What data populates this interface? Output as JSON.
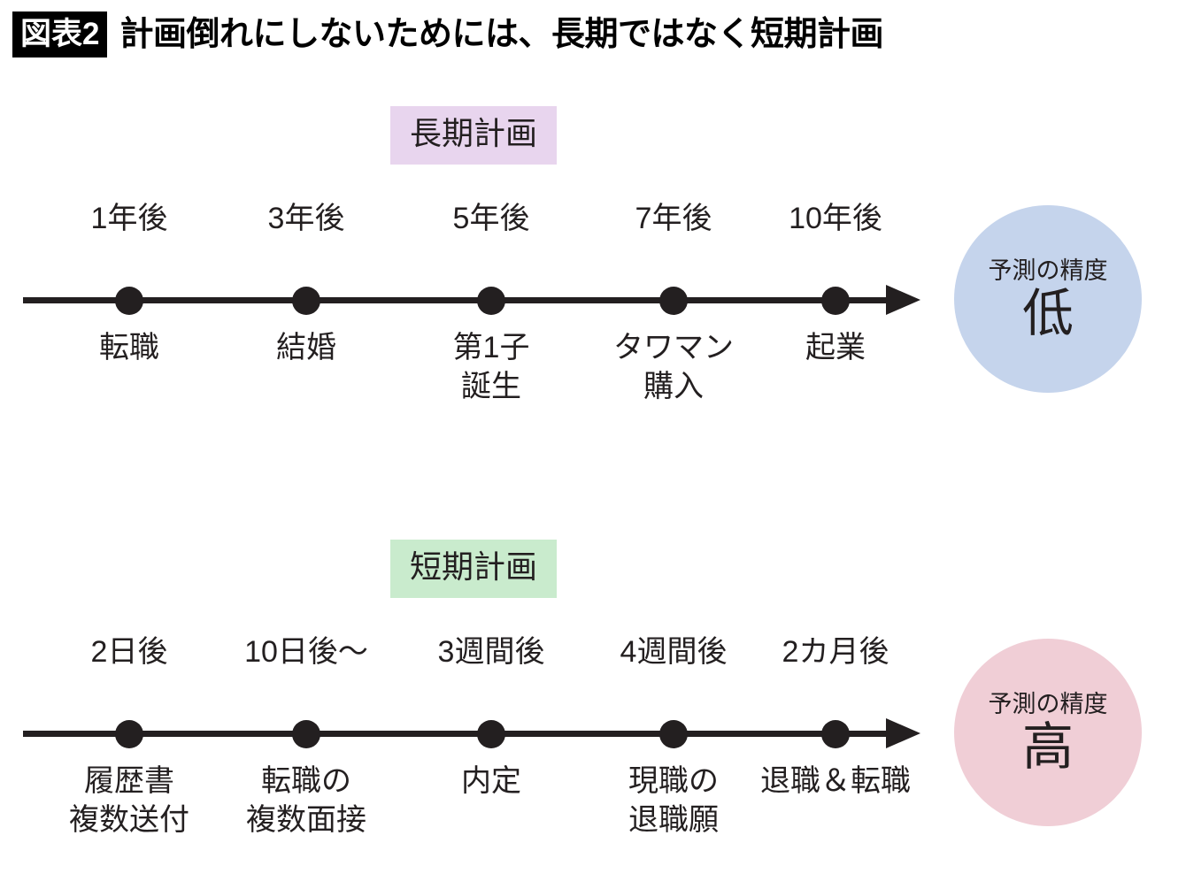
{
  "header": {
    "badge": "図表2",
    "title": "計画倒れにしないためには、長期ではなく短期計画"
  },
  "colors": {
    "long_badge_bg": "#e8d5ee",
    "short_badge_bg": "#c9ebcd",
    "low_circle_bg": "#c5d4ec",
    "high_circle_bg": "#f0ced6",
    "ink": "#231f20",
    "title_badge_bg": "#000000"
  },
  "sections": [
    {
      "badge": "長期計画",
      "accuracy": {
        "caption": "予測の精度",
        "value": "低"
      },
      "nodes": [
        {
          "time": "1年後",
          "event": "転職"
        },
        {
          "time": "3年後",
          "event": "結婚"
        },
        {
          "time": "5年後",
          "event": "第1子\n誕生"
        },
        {
          "time": "7年後",
          "event": "タワマン\n購入"
        },
        {
          "time": "10年後",
          "event": "起業"
        }
      ]
    },
    {
      "badge": "短期計画",
      "accuracy": {
        "caption": "予測の精度",
        "value": "高"
      },
      "nodes": [
        {
          "time": "2日後",
          "event": "履歴書\n複数送付"
        },
        {
          "time": "10日後〜",
          "event": "転職の\n複数面接"
        },
        {
          "time": "3週間後",
          "event": "内定"
        },
        {
          "time": "4週間後",
          "event": "現職の\n退職願"
        },
        {
          "time": "2カ月後",
          "event": "退職＆転職"
        }
      ]
    }
  ]
}
